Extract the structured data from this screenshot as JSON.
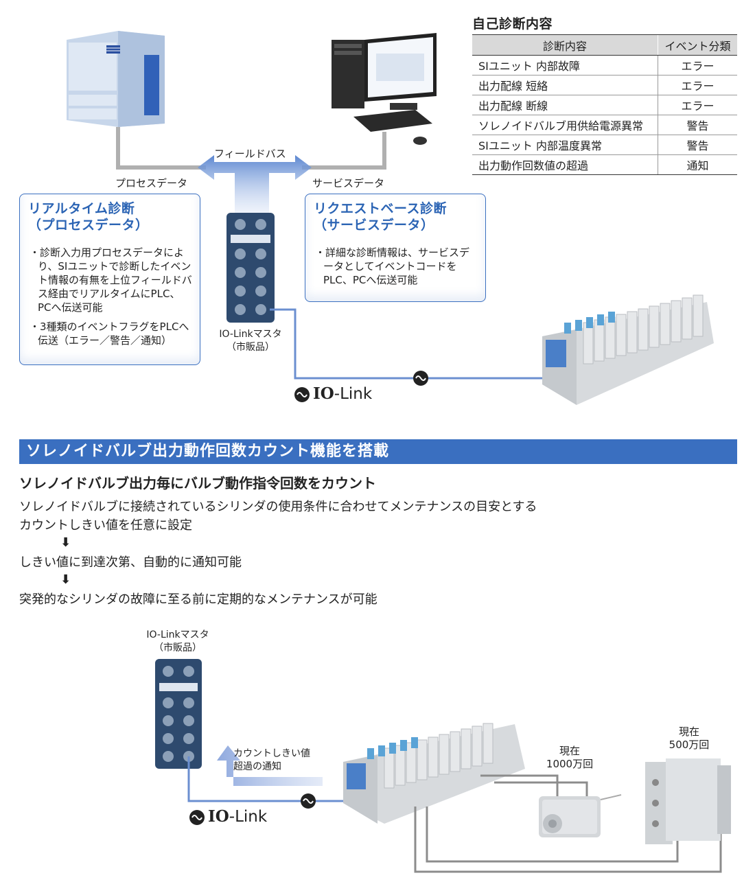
{
  "diagnosis": {
    "title": "自己診断内容",
    "headers": [
      "診断内容",
      "イベント分類"
    ],
    "rows": [
      [
        "SIユニット 内部故障",
        "エラー"
      ],
      [
        "出力配線 短絡",
        "エラー"
      ],
      [
        "出力配線 断線",
        "エラー"
      ],
      [
        "ソレノイドバルブ用供給電源異常",
        "警告"
      ],
      [
        "SIユニット 内部温度異常",
        "警告"
      ],
      [
        "出力動作回数値の超過",
        "通知"
      ]
    ]
  },
  "top_diagram": {
    "fieldbus_label": "フィールドバス",
    "process_data_label": "プロセスデータ",
    "service_data_label": "サービスデータ",
    "realtime_box": {
      "title_line1": "リアルタイム診断",
      "title_line2": "（プロセスデータ）",
      "bullet1": "・診断入力用プロセスデータにより、SIユニットで診断したイベント情報の有無を上位フィールドバス経由でリアルタイムにPLC、PCへ伝送可能",
      "bullet2": "・3種類のイベントフラグをPLCへ伝送（エラー／警告／通知）"
    },
    "request_box": {
      "title_line1": "リクエストベース診断",
      "title_line2": "（サービスデータ）",
      "bullet1": "・詳細な診断情報は、サービスデータとしてイベントコードをPLC、PCへ伝送可能"
    },
    "master_label_line1": "IO-Linkマスタ",
    "master_label_line2": "（市販品）",
    "iolink_brand_io": "IO",
    "iolink_brand_link": "-Link"
  },
  "section": {
    "banner": "ソレノイドバルブ出力動作回数カウント機能を搭載",
    "subheading": "ソレノイドバルブ出力毎にバルブ動作指令回数をカウント",
    "line1": "ソレノイドバルブに接続されているシリンダの使用条件に合わせてメンテナンスの目安とする",
    "line2": "カウントしきい値を任意に設定",
    "arrow": "⬇",
    "line3": "しきい値に到達次第、自動的に通知可能",
    "line4": "突発的なシリンダの故障に至る前に定期的なメンテナンスが可能"
  },
  "bottom_diagram": {
    "master_label_line1": "IO-Linkマスタ",
    "master_label_line2": "（市販品）",
    "notify_line1": "カウントしきい値",
    "notify_line2": "超過の通知",
    "cyl1_line1": "現在",
    "cyl1_line2": "1000万回",
    "cyl2_line1": "現在",
    "cyl2_line2": "500万回",
    "iolink_brand_io": "IO",
    "iolink_brand_link": "-Link"
  },
  "colors": {
    "accent": "#3a6fc0",
    "device": "#2e4a6e",
    "wire": "#8c8c8c",
    "link_line": "#6b8fd0"
  }
}
